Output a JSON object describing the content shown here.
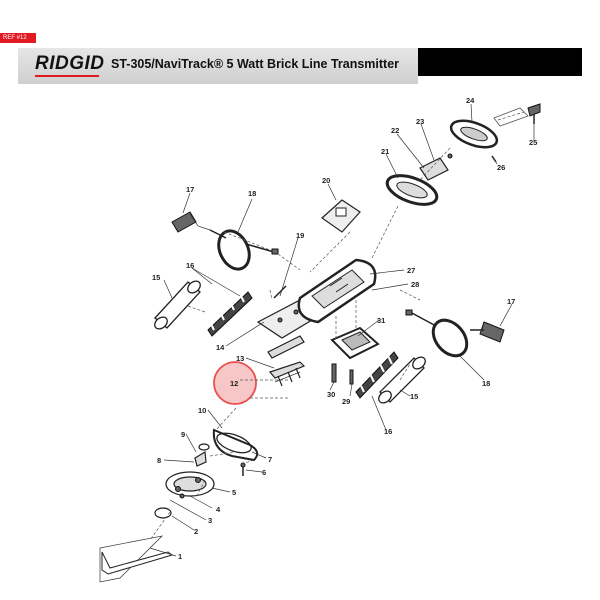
{
  "ref_tag": "REF #12",
  "header": {
    "logo": "RIDGID",
    "title": "ST-305/NaviTrack® 5 Watt Brick Line Transmitter"
  },
  "colors": {
    "brand_red": "#e21b23",
    "highlight_fill": "#f7c6c6",
    "highlight_stroke": "#e8504f"
  },
  "highlight": {
    "label": "12"
  },
  "callouts": [
    "1",
    "2",
    "3",
    "4",
    "5",
    "6",
    "7",
    "8",
    "9",
    "10",
    "12",
    "13",
    "14",
    "15",
    "15",
    "16",
    "16",
    "17",
    "17",
    "18",
    "18",
    "19",
    "20",
    "21",
    "22",
    "23",
    "24",
    "25",
    "26",
    "27",
    "28",
    "29",
    "30",
    "31"
  ]
}
